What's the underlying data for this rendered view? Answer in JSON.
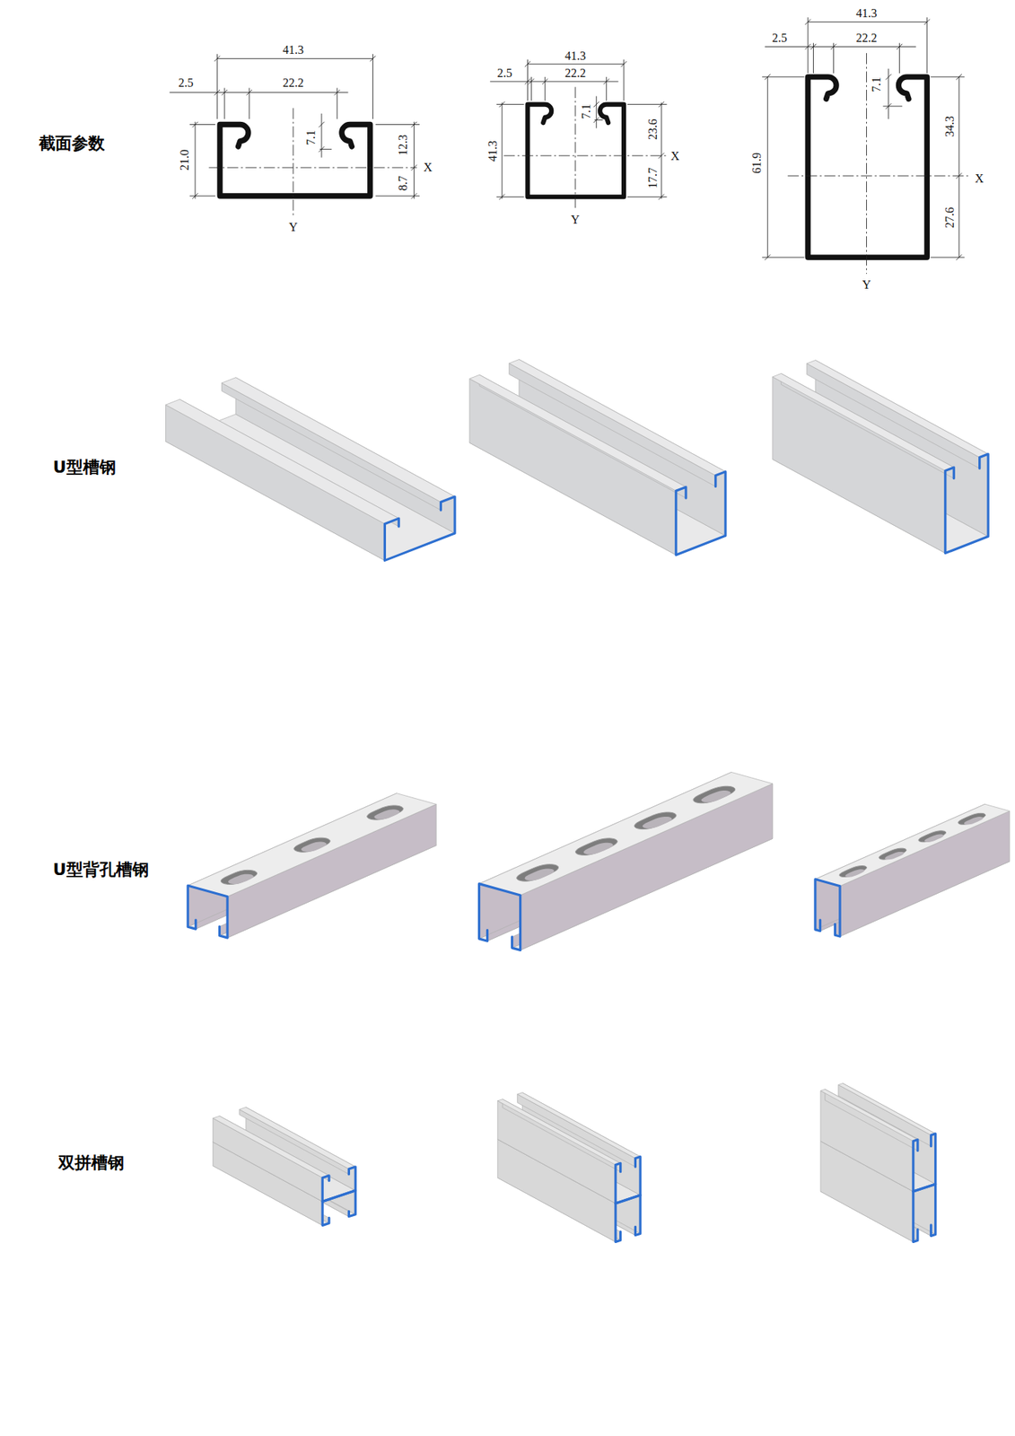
{
  "diagram": {
    "labels": [
      "截面参数",
      "41.3",
      "2.5",
      "22.2",
      "7.1",
      "21.0",
      "12.3",
      "8.7",
      "X",
      "Y",
      "41.3",
      "2.5",
      "22.2",
      "7.1",
      "41.3",
      "23.6",
      "17.7",
      "X",
      "Y",
      "41.3",
      "2.5",
      "22.2",
      "7.1",
      "61.9",
      "34.3",
      "27.6",
      "X",
      "Y",
      "U型槽钢",
      "U型背孔槽钢",
      "双拼槽钢"
    ]
  }
}
